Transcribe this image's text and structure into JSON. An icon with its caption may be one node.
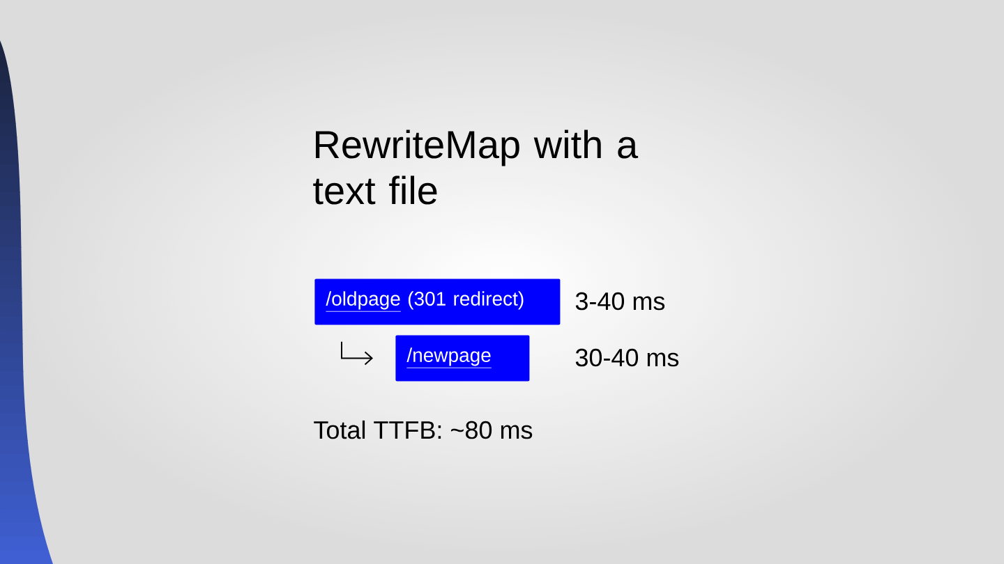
{
  "diagram": {
    "title": "RewriteMap with a text file",
    "nodes": [
      {
        "text": [
          "/oldpage",
          "(301 redirect)"
        ],
        "beside": [
          "3-40 ms"
        ]
      },
      {
        "text": [
          "/newpage"
        ],
        "beside": [
          "30-40 ms"
        ]
      }
    ],
    "edges": [
      {
        "from": 0,
        "to": 1,
        "arrow": "to"
      }
    ],
    "labels": [
      "Total TTFB: ~80 ms"
    ]
  }
}
